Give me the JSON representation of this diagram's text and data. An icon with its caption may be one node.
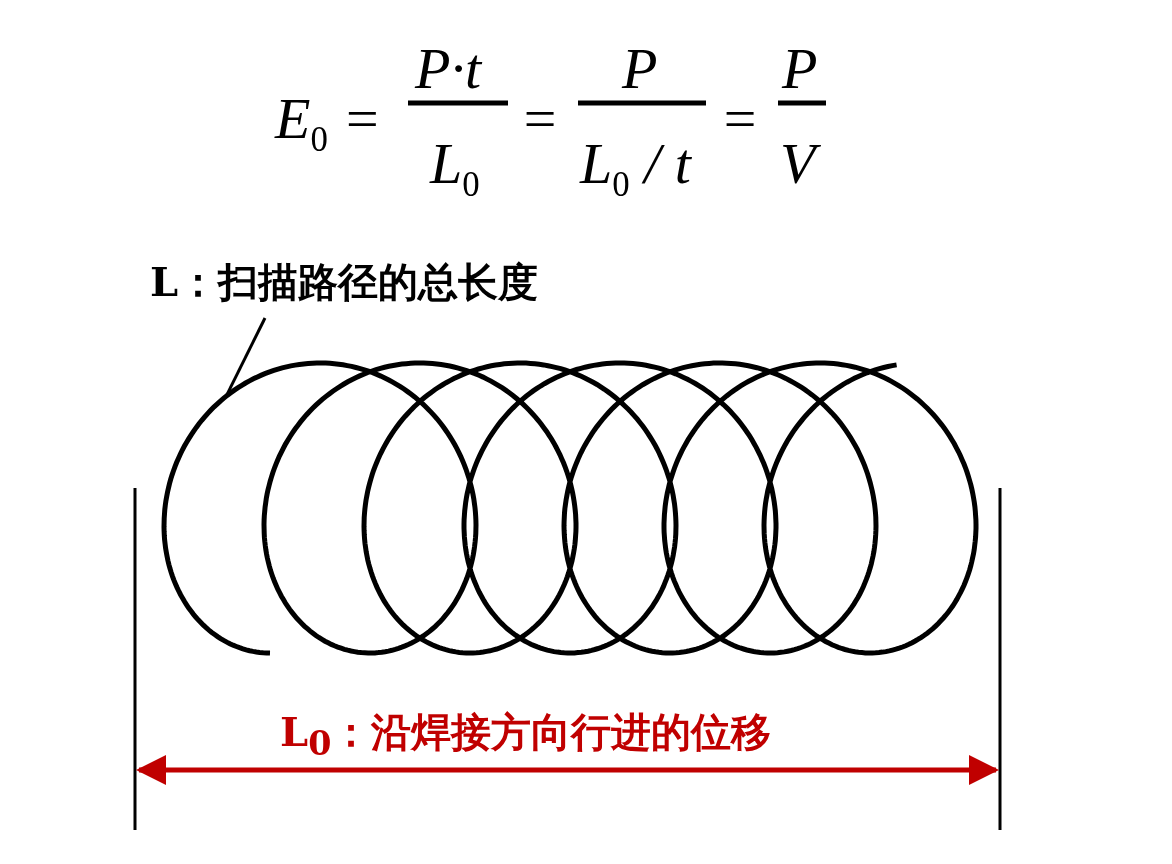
{
  "diagram": {
    "nodes": [
      {
        "text": [
          "L：扫描路径的总长度"
        ]
      },
      {
        "text": [],
        "shape": "spiral"
      }
    ],
    "edges": [
      {
        "from": 0,
        "to": 1,
        "arrow": "none"
      }
    ],
    "labels": [
      "E$_{0}$ =",
      "P·t",
      "L$_{0}$",
      "=",
      "P",
      "L$_{0}$ / t",
      "=",
      "P",
      "V",
      "L$_{0}$：沿焊接方向行进的位移"
    ]
  }
}
